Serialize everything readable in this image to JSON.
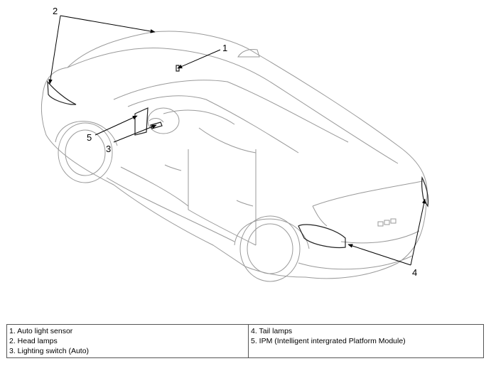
{
  "callouts": [
    {
      "number": "1",
      "target": "Auto light sensor"
    },
    {
      "number": "2",
      "target": "Head lamps"
    },
    {
      "number": "3",
      "target": "Lighting switch (Auto)"
    },
    {
      "number": "4",
      "target": "Tail lamps"
    },
    {
      "number": "5",
      "target": "IPM"
    }
  ],
  "legend": {
    "left": [
      "1. Auto light sensor",
      "2. Head lamps",
      "3. Lighting switch (Auto)"
    ],
    "right": [
      "4. Tail lamps",
      "5. IPM (Intelligent intergrated Platform Module)"
    ]
  }
}
